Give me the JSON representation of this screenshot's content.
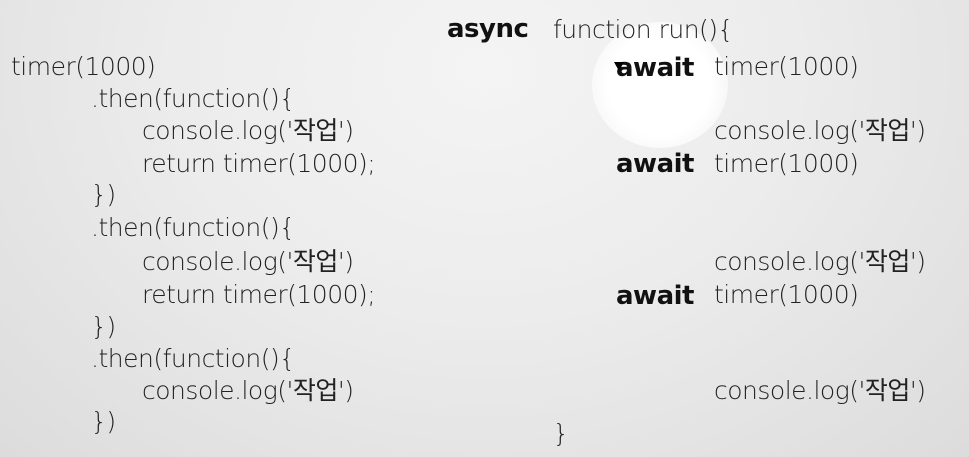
{
  "left_code": {
    "lines": [
      "timer(1000)",
      ".then(function(){",
      "console.log('작업')",
      "return timer(1000);",
      "})",
      ".then(function(){",
      "console.log('작업')",
      "return timer(1000);",
      "})",
      ".then(function(){",
      "console.log('작업')",
      "})"
    ]
  },
  "right_code": {
    "async_keyword": "async",
    "header": "function run(){",
    "await_keyword": "await",
    "timer_call": "timer(1000)",
    "log_call": "console.log('작업')",
    "closing": "}"
  },
  "colors": {
    "background": "#e9e9e9",
    "text": "#222222",
    "keyword": "#111111",
    "highlight": "#ffffff"
  },
  "icons": {
    "cursor": "pointer-cursor-icon"
  }
}
